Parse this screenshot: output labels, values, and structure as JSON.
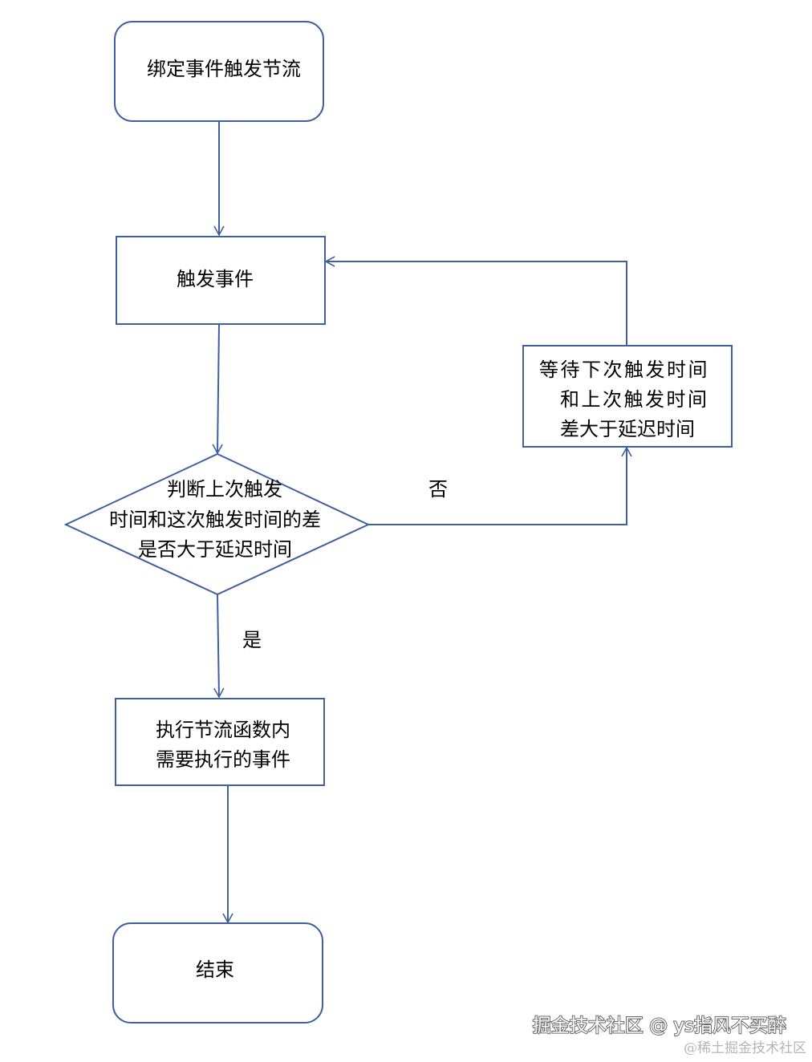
{
  "nodes": {
    "start": {
      "label": "绑定事件触发节流"
    },
    "trigger": {
      "label": "触发事件"
    },
    "decision": {
      "lines": [
        "判断上次触发",
        "时间和这次触发时间的差",
        "是否大于延迟时间"
      ]
    },
    "wait": {
      "lines": [
        "等待下次触发时间",
        "和上次触发时间",
        "差大于延迟时间"
      ]
    },
    "execute": {
      "lines": [
        "执行节流函数内",
        "需要执行的事件"
      ]
    },
    "end": {
      "label": "结束"
    }
  },
  "edges": {
    "no_label": "否",
    "yes_label": "是"
  },
  "watermark": {
    "line1": "掘金技术社区 @ ys指风不买醉",
    "line2": "@稀土掘金技术社区"
  },
  "colors": {
    "stroke": "#3f5f9e",
    "text": "#000000",
    "watermark": "#ffffff",
    "watermark_sub": "#b5b5b5"
  }
}
